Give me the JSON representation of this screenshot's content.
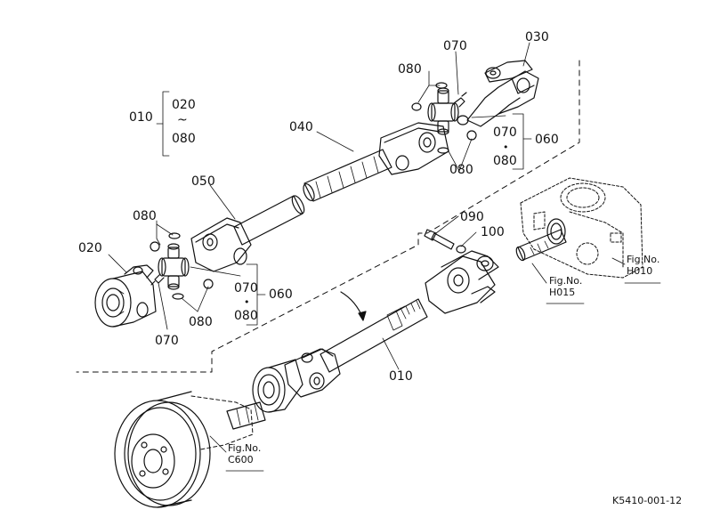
{
  "labels": {
    "l010_top": "010",
    "l020": "020",
    "tilde": "~",
    "l080_range": "080",
    "l040": "040",
    "l080_a": "080",
    "l070_a": "070",
    "l030": "030",
    "l070_b": "070",
    "dot": "•",
    "l080_b": "080",
    "l060_a": "060",
    "l080_c": "080",
    "l050": "050",
    "l080_d": "080",
    "l020_b": "020",
    "l070_c": "070",
    "dot_b": "•",
    "l080_e": "080",
    "l060_b": "060",
    "l080_f": "080",
    "l070_d": "070",
    "l090": "090",
    "l100": "100",
    "l010": "010"
  },
  "refs": {
    "h010_fig": "Fig.No.",
    "h010_num": "H010",
    "h015_fig": "Fig.No.",
    "h015_num": "H015",
    "c600_fig": "Fig.No.",
    "c600_num": "C600"
  },
  "diagram_code": "K5410-001-12"
}
